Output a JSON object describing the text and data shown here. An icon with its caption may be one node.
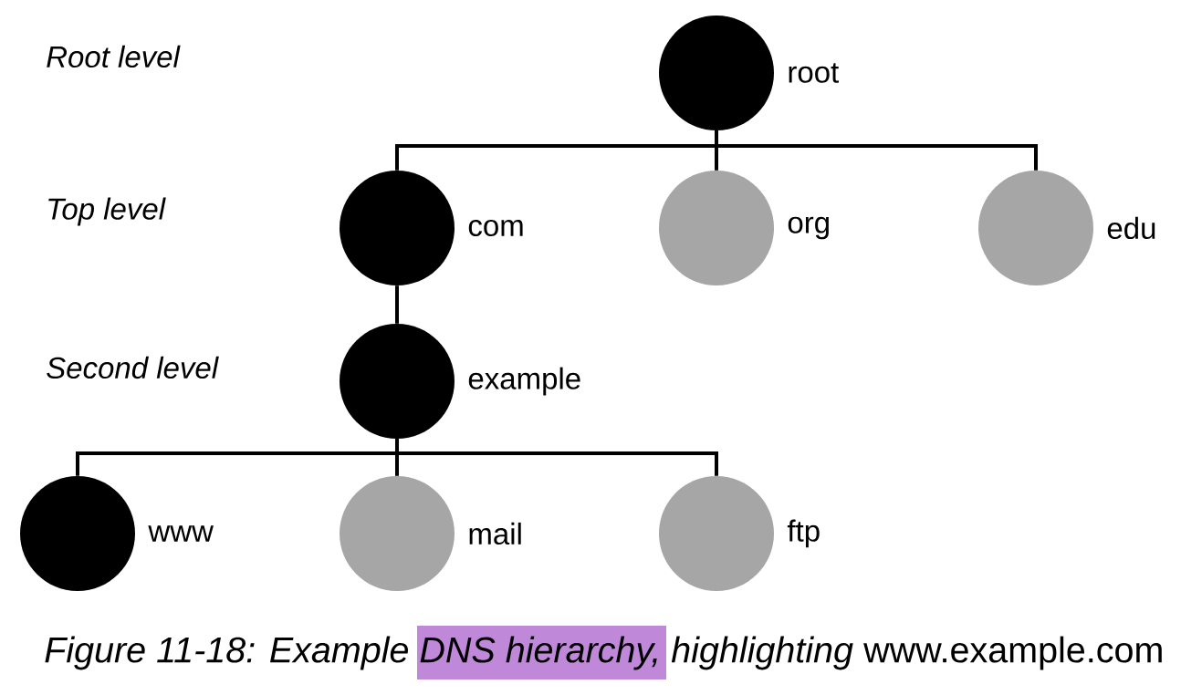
{
  "diagram": {
    "caption": "*Figure 11-18: Example DNS hierarchy, highlighting* www.example.com",
    "nodes": [
      {
        "text": [],
        "shape": "circle",
        "beside": [
          "root"
        ]
      },
      {
        "text": [],
        "shape": "circle",
        "beside": [
          "com"
        ]
      },
      {
        "text": [],
        "shape": "circle",
        "beside": [
          "org"
        ]
      },
      {
        "text": [],
        "shape": "circle",
        "beside": [
          "edu"
        ]
      },
      {
        "text": [],
        "shape": "circle",
        "beside": [
          "example"
        ]
      },
      {
        "text": [],
        "shape": "circle",
        "beside": [
          "www"
        ]
      },
      {
        "text": [],
        "shape": "circle",
        "beside": [
          "mail"
        ]
      },
      {
        "text": [],
        "shape": "circle",
        "beside": [
          "ftp"
        ]
      }
    ],
    "edges": [
      {
        "from": 0,
        "to": 1,
        "arrow": "none"
      },
      {
        "from": 0,
        "to": 2,
        "arrow": "none"
      },
      {
        "from": 0,
        "to": 3,
        "arrow": "none"
      },
      {
        "from": 1,
        "to": 4,
        "arrow": "none"
      },
      {
        "from": 4,
        "to": 5,
        "arrow": "none"
      },
      {
        "from": 4,
        "to": 6,
        "arrow": "none"
      },
      {
        "from": 4,
        "to": 7,
        "arrow": "none"
      }
    ],
    "labels": [
      "Root level",
      "Top level",
      "Second level"
    ]
  }
}
